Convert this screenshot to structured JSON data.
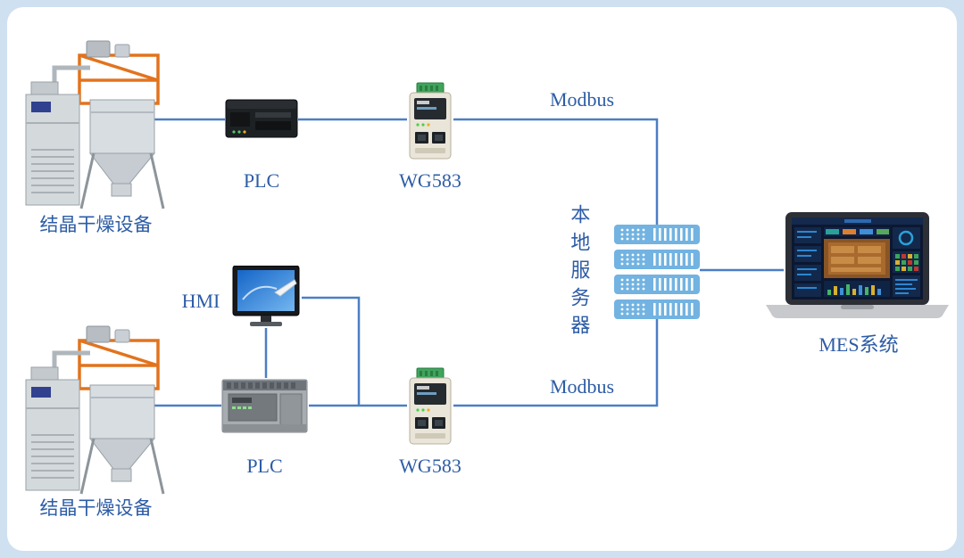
{
  "colors": {
    "background": "#cfe0f0",
    "panel": "#ffffff",
    "wire": "#4c7ec4",
    "label": "#2d5ca6",
    "equipment_frame_orange": "#e2731d",
    "server_blue": "#72b3e1",
    "gateway_green": "#3fa45c"
  },
  "nodes": {
    "equipment_top": {
      "label": "结晶干燥设备"
    },
    "plc_top": {
      "label": "PLC"
    },
    "gateway_top": {
      "label": "WG583"
    },
    "hmi": {
      "label": "HMI"
    },
    "equipment_bottom": {
      "label": "结晶干燥设备"
    },
    "plc_bottom": {
      "label": "PLC"
    },
    "gateway_bottom": {
      "label": "WG583"
    },
    "server": {
      "label": "本地服务器"
    },
    "mes": {
      "label": "MES系统"
    }
  },
  "links": {
    "modbus_top": {
      "label": "Modbus"
    },
    "modbus_bottom": {
      "label": "Modbus"
    }
  }
}
